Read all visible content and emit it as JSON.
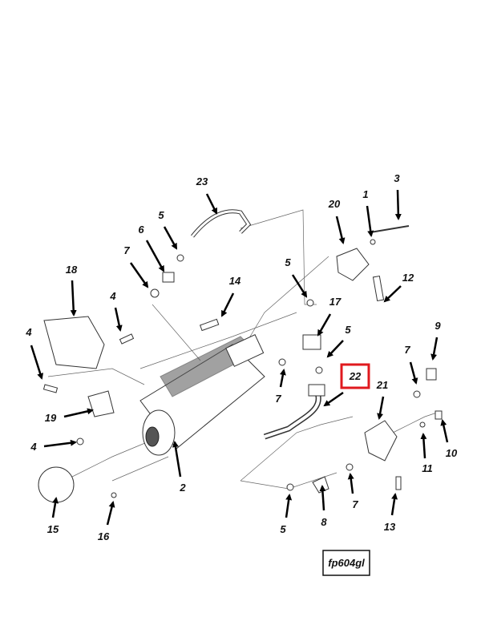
{
  "diagram": {
    "reference_code": "fp604gl",
    "highlighted_callout": "22",
    "highlight_color": "#e0191e",
    "callouts": [
      "23",
      "5",
      "6",
      "7",
      "3",
      "1",
      "20",
      "5",
      "12",
      "14",
      "18",
      "4",
      "17",
      "5",
      "9",
      "4",
      "7",
      "22",
      "21",
      "7",
      "19",
      "4",
      "2",
      "11",
      "10",
      "15",
      "16",
      "7",
      "5",
      "8",
      "13"
    ]
  }
}
